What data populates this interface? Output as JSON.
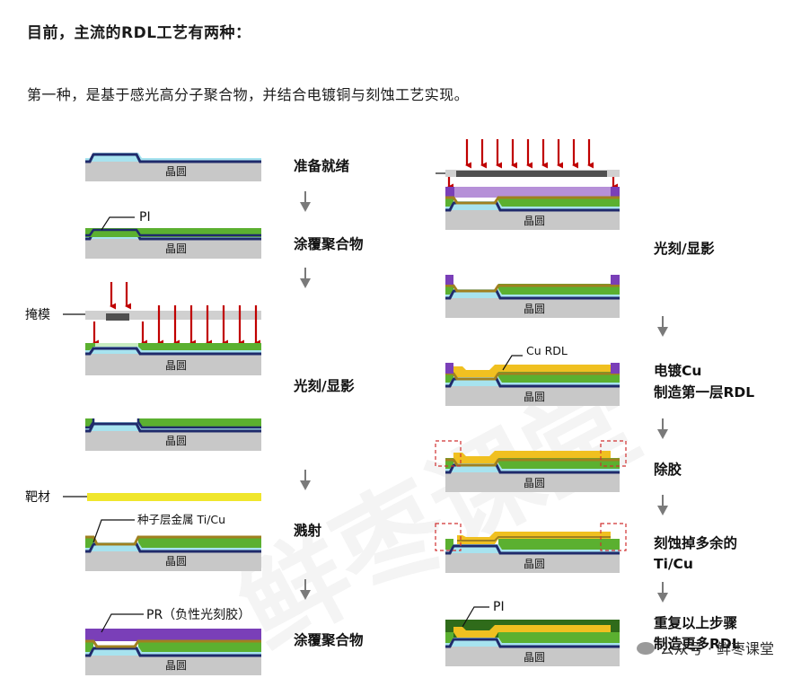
{
  "heading": "目前，主流的RDL工艺有两种：",
  "intro": "第一种，是基于感光高分子聚合物，并结合电镀铜与刻蚀工艺实现。",
  "wafer_label": "晶圆",
  "left_steps": [
    "准备就绪",
    "涂覆聚合物",
    "光刻/显影",
    "溅射",
    "涂覆聚合物"
  ],
  "right_steps": [
    "光刻/显影",
    "电镀Cu",
    "制造第一层RDL",
    "除胶",
    "刻蚀掉多余的",
    "Ti/Cu",
    "重复以上步骤",
    "制造更多RDL"
  ],
  "callouts": {
    "pi_1": "PI",
    "mask": "掩模",
    "target": "靶材",
    "seed": "种子层金属 Ti/Cu",
    "pr": "PR（负性光刻胶）",
    "cu_rdl": "Cu RDL",
    "pi_2": "PI"
  },
  "watermark": "鲜枣课堂",
  "footer": "公众号 · 鲜枣课堂",
  "colors": {
    "wafer": "#c8c8c8",
    "dielectric": "#1f2a6b",
    "passivation": "#a7e3ef",
    "polymer": "#5bb030",
    "seed": "#a08020",
    "copper": "#f0c020",
    "resist": "#7a3fb8",
    "arrow": "#c00000",
    "mask": "#d0d0d0",
    "mask_block": "#505050"
  }
}
